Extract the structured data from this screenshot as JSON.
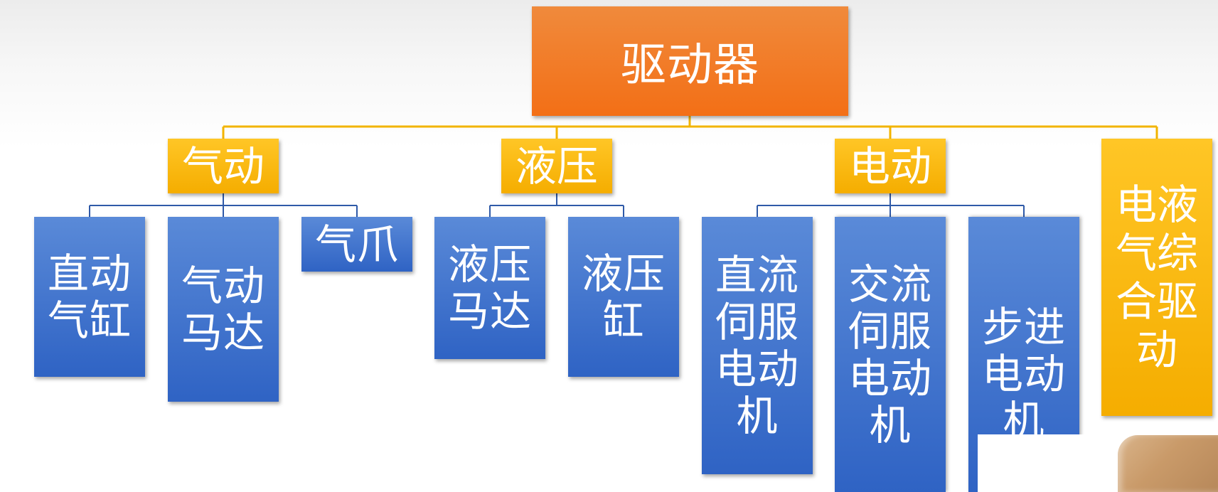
{
  "diagram": {
    "root": {
      "label": "驱动器"
    },
    "categories": [
      {
        "label": "气动",
        "children": [
          "直动\n气缸",
          "气动\n马达",
          "气爪"
        ]
      },
      {
        "label": "液压",
        "children": [
          "液压\n马达",
          "液压\n缸"
        ]
      },
      {
        "label": "电动",
        "children": [
          "直流\n伺服\n电动\n机",
          "交流\n伺服\n电动\n机",
          "步进\n电动\n机"
        ]
      },
      {
        "label": "电液\n气综\n合驱\n动",
        "children": []
      }
    ]
  },
  "colors": {
    "root_fill": "#f36f16",
    "category_fill": "#f5ad00",
    "leaf_fill": "#2f63c4",
    "root_connector": "#f2b400",
    "leaf_connector": "#2f5aa8",
    "text": "#ffffff"
  }
}
